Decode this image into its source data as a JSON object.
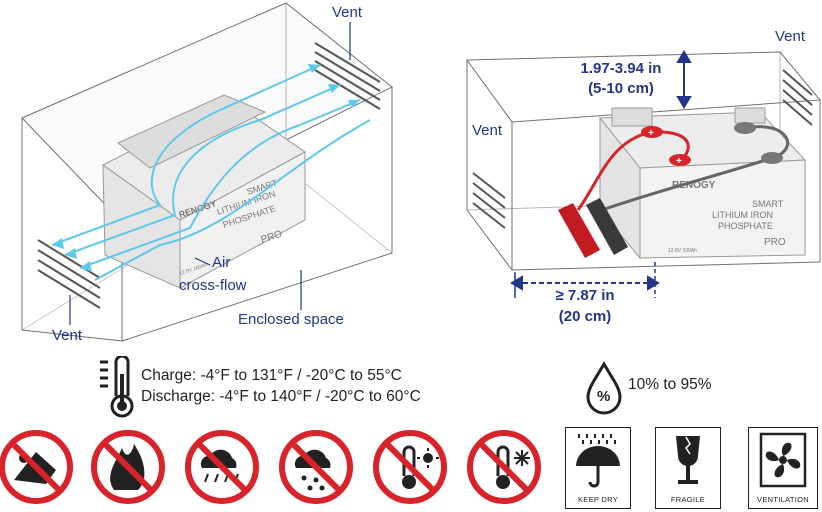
{
  "left_diagram": {
    "vent_top_label": "Vent",
    "vent_bottom_label": "Vent",
    "airflow_label_line1": "Air",
    "airflow_label_line2": "cross-flow",
    "enclosure_label": "Enclosed space",
    "battery_brand": "RENOGY",
    "battery_text_line1": "SMART",
    "battery_text_line2": "LITHIUM IRON",
    "battery_text_line3": "PHOSPHATE",
    "battery_badge": "PRO",
    "battery_rating": "12.8V 100Ah"
  },
  "right_diagram": {
    "vent_left_label": "Vent",
    "vent_right_label": "Vent",
    "top_clearance_line1": "1.97-3.94 in",
    "top_clearance_line2": "(5-10 cm)",
    "side_clearance_line1": "≥ 7.87 in",
    "side_clearance_line2": "(20 cm)",
    "battery_brand": "RENOGY",
    "battery_text_line1": "SMART",
    "battery_text_line2": "LITHIUM IRON",
    "battery_text_line3": "PHOSPHATE",
    "battery_badge": "PRO",
    "battery_rating": "12.8V 100Ah"
  },
  "temperature": {
    "icon": "thermometer-icon",
    "charge": "Charge: -4°F to 131°F / -20°C to 55°C",
    "discharge": "Discharge: -4°F to 140°F / -20°C to 60°C"
  },
  "humidity": {
    "icon": "humidity-drop-icon",
    "symbol": "%",
    "range": "10% to 95%"
  },
  "prohibited_icons": [
    "no-impact-icon",
    "no-fire-icon",
    "no-rain-icon",
    "no-snow-hail-icon",
    "no-high-temperature-icon",
    "no-freezing-icon"
  ],
  "packaging_labels": [
    {
      "icon": "umbrella-icon",
      "label": "KEEP DRY"
    },
    {
      "icon": "glass-icon",
      "label": "FRAGILE"
    },
    {
      "icon": "fan-icon",
      "label": "VENTILATION"
    }
  ],
  "colors": {
    "label_blue": "#23358a",
    "airflow": "#5ec8ea",
    "prohibit_red": "#d8232a",
    "positive_red": "#d8232a",
    "negative_gray": "#666666"
  }
}
